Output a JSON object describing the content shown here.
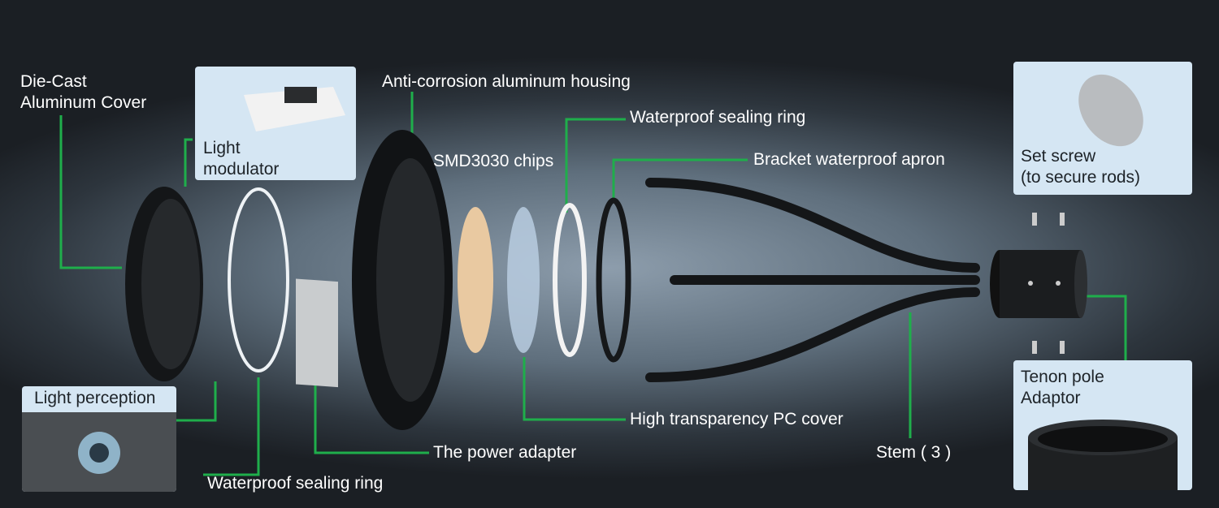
{
  "labels": {
    "die_cast_cover": [
      "Die-Cast",
      "Aluminum Cover"
    ],
    "light_modulator": [
      "Light",
      "modulator"
    ],
    "housing": "Anti-corrosion aluminum housing",
    "chips": "SMD3030 chips",
    "sealing_ring_top": "Waterproof sealing ring",
    "bracket_apron": "Bracket waterproof apron",
    "set_screw": [
      "Set screw",
      "(to secure rods)"
    ],
    "light_perception": "Light perception",
    "sealing_ring_bottom": "Waterproof sealing ring",
    "power_adapter": "The power adapter",
    "pc_cover": "High transparency PC cover",
    "stem": "Stem ( 3 )",
    "tenon": [
      "Tenon pole",
      "Adaptor"
    ]
  },
  "colors": {
    "leader": "#1fae4b",
    "callout_box": "#d5e6f3"
  }
}
